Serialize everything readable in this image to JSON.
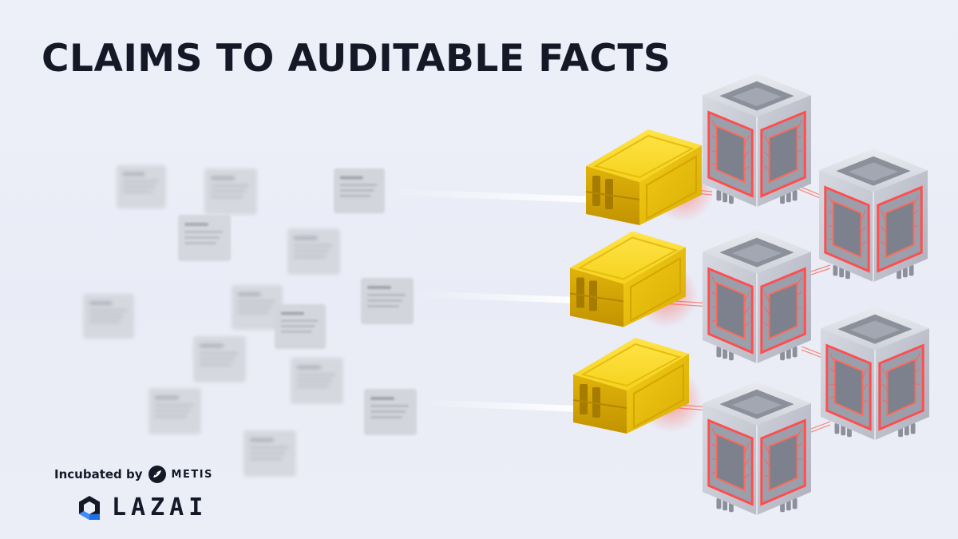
{
  "title": "CLAIMS TO AUDITABLE FACTS",
  "footer": {
    "incubated_label": "Incubated by",
    "partner_name": "METIS",
    "brand_name": "LAZAI",
    "partner_icon": "metis-leaf-icon",
    "brand_icon": "lazai-hexagon-icon"
  },
  "colors": {
    "title": "#141827",
    "container_yellow": "#f3d21f",
    "chip_glow": "#ff3b3b",
    "cube_gray": "#c9ccd6",
    "brand_blue": "#1e6fe6"
  }
}
